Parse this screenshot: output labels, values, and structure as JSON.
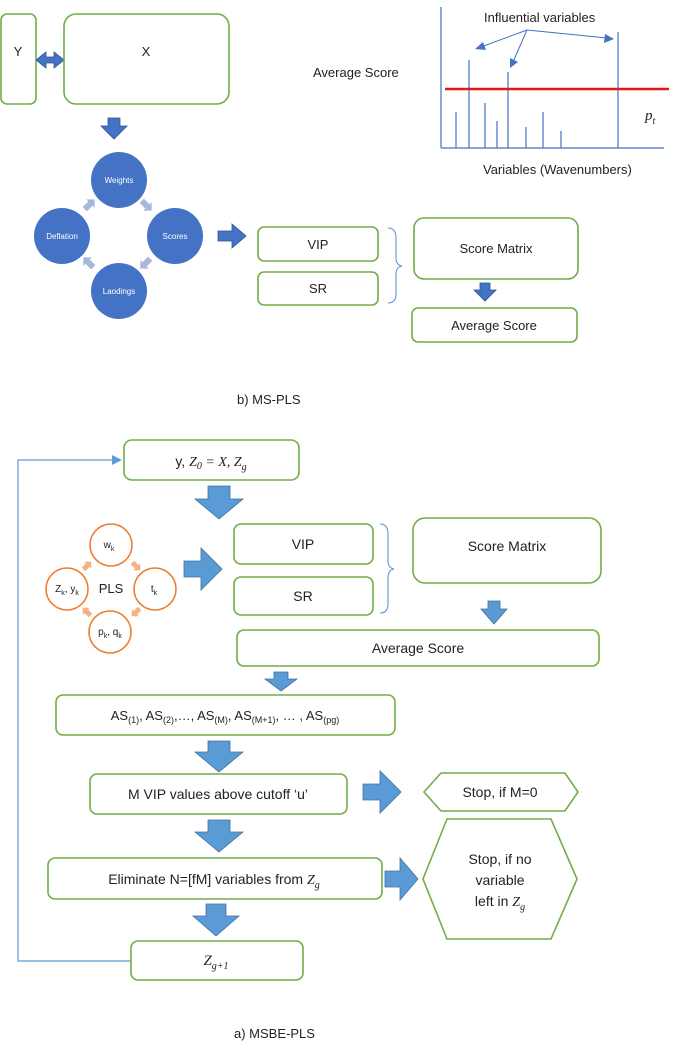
{
  "colors": {
    "box_border": "#70ad47",
    "arrow": "#5b9bd5",
    "circle_blue": "#4472c4",
    "circle_orange": "#ed7d31",
    "small_arrow_gray": "#a9b7da",
    "small_arrow_orange": "#f4b183",
    "threshold_line": "#e0161f",
    "loop_line": "#5b9bd5"
  },
  "panel_b": {
    "y_box": "Y",
    "x_box": "X",
    "circles": {
      "top": "Weights",
      "right": "Scores",
      "bottom": "Laodings",
      "left": "Deflation"
    },
    "vip": "VIP",
    "sr": "SR",
    "score_matrix": "Score Matrix",
    "average_score": "Average Score",
    "caption": "b)   MS-PLS"
  },
  "plot": {
    "average_score_label": "Average Score",
    "influential_label": "Influential variables",
    "threshold_label_main": "p",
    "threshold_label_sub": "t",
    "x_axis_label": "Variables (Wavenumbers)"
  },
  "panel_a": {
    "start_box": {
      "prefix": "y, ",
      "z0": "Z",
      "z0_sub": "0",
      "eq": " = X,  ",
      "zg": "Z",
      "zg_sub": "g"
    },
    "circles": {
      "top_main": "w",
      "top_sub": "k",
      "right_main": "t",
      "right_sub": "k",
      "bottom_a": "p",
      "bottom_a_sub": "k",
      "bottom_sep": ", ",
      "bottom_b": "q",
      "bottom_b_sub": "k",
      "left_a": "Z",
      "left_a_sub": "k",
      "left_sep": ", ",
      "left_b": "y",
      "left_b_sub": "k",
      "center": "PLS"
    },
    "vip": "VIP",
    "sr": "SR",
    "score_matrix": "Score Matrix",
    "average_score": "Average Score",
    "as_seq": {
      "t1": "AS",
      "s1": "(1)",
      "t2": ", AS",
      "s2": "(2)",
      "t3": ",…, AS",
      "s3": "(M)",
      "t4": ", AS",
      "s4": "(M+1)",
      "t5": ", … , AS",
      "s5": "(pg)"
    },
    "vip_cutoff": "M VIP values above cutoff ‘u’",
    "stop_m0": "Stop, if M=0",
    "eliminate_text": "Eliminate N=[fM] variables  from ",
    "eliminate_z": "Z",
    "eliminate_sub": "g",
    "stop_none_l1": "Stop, if no",
    "stop_none_l2": "variable",
    "stop_none_l3": "left in ",
    "stop_none_z": "Z",
    "stop_none_sub": "g",
    "zg1_main": "Z",
    "zg1_sub": "g+1",
    "caption": "a)  MSBE-PLS"
  }
}
